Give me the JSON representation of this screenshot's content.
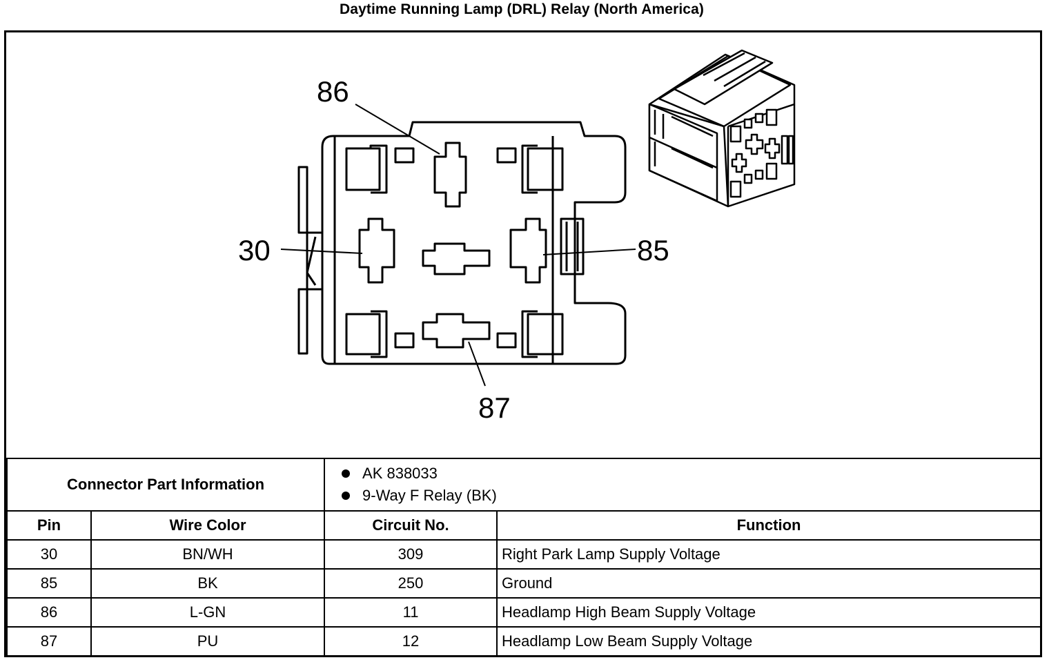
{
  "title": "Daytime Running Lamp (DRL) Relay (North America)",
  "pin_labels": {
    "p86": "86",
    "p30": "30",
    "p85": "85",
    "p87": "87"
  },
  "connector": {
    "label": "Connector Part Information",
    "items": [
      "AK 838033",
      "9-Way F Relay (BK)"
    ]
  },
  "table": {
    "headers": {
      "pin": "Pin",
      "wire": "Wire Color",
      "circuit": "Circuit No.",
      "function": "Function"
    },
    "rows": [
      {
        "pin": "30",
        "wire": "BN/WH",
        "circuit": "309",
        "function": "Right Park Lamp Supply Voltage"
      },
      {
        "pin": "85",
        "wire": "BK",
        "circuit": "250",
        "function": "Ground"
      },
      {
        "pin": "86",
        "wire": "L-GN",
        "circuit": "11",
        "function": "Headlamp High Beam Supply Voltage"
      },
      {
        "pin": "87",
        "wire": "PU",
        "circuit": "12",
        "function": "Headlamp Low Beam Supply Voltage"
      }
    ]
  }
}
